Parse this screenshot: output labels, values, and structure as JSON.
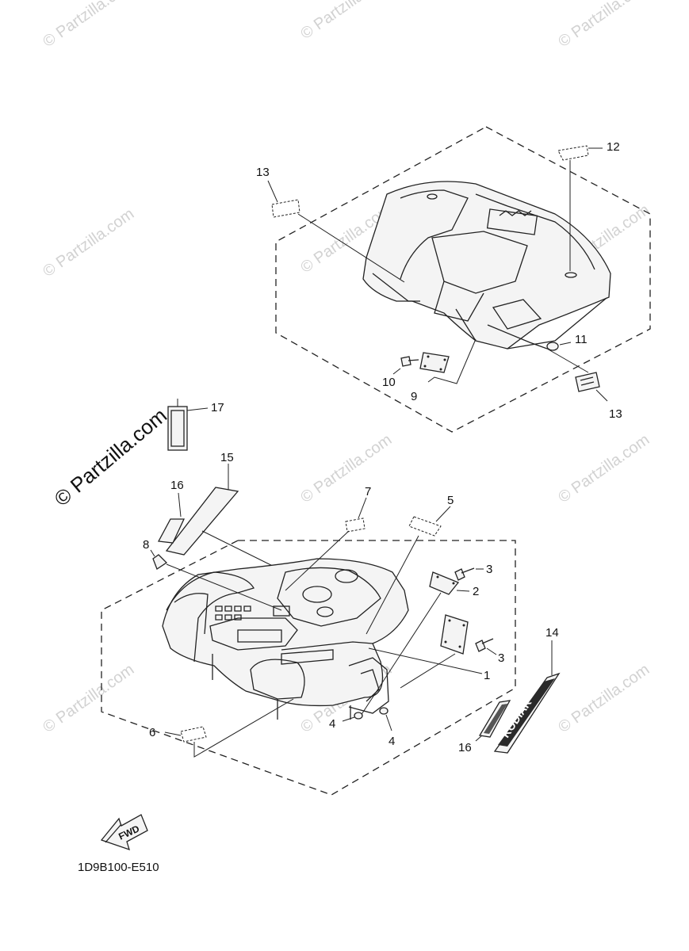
{
  "diagram": {
    "code": "1D9B100-E510",
    "fwd_label": "FWD",
    "kodiak_text": "KODIAK",
    "watermark": "© Partzilla.com",
    "watermark_large": "© Partzilla.com"
  },
  "callouts": {
    "c1": "1",
    "c2": "2",
    "c3a": "3",
    "c3b": "3",
    "c4a": "4",
    "c4b": "4",
    "c5": "5",
    "c6": "6",
    "c7": "7",
    "c8": "8",
    "c9": "9",
    "c10": "10",
    "c11": "11",
    "c12": "12",
    "c13a": "13",
    "c13b": "13",
    "c14": "14",
    "c15": "15",
    "c16a": "16",
    "c16b": "16",
    "c17": "17"
  }
}
